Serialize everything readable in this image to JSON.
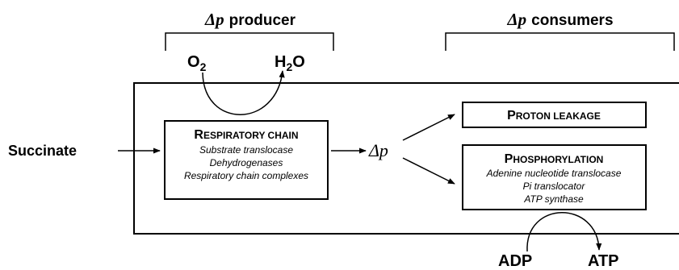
{
  "headers": {
    "producer_symbol": "Δp",
    "producer_word": "producer",
    "consumers_symbol": "Δp",
    "consumers_word": "consumers"
  },
  "inputs": {
    "oxygen": "O",
    "oxygen_sub": "2",
    "water_h": "H",
    "water_sub": "2",
    "water_o": "O",
    "adp": "ADP",
    "atp": "ATP"
  },
  "substrate": "Succinate",
  "delta_p": "Δp",
  "respiratory_chain": {
    "title_cap": "R",
    "title_rest": "ESPIRATORY CHAIN",
    "items": [
      "Substrate translocase",
      "Dehydrogenases",
      "Respiratory chain complexes"
    ]
  },
  "proton_leakage": {
    "title_cap1": "P",
    "title_rest1": "ROTON ",
    "title_rest2": "LEAKAGE"
  },
  "phosphorylation": {
    "title_cap": "P",
    "title_rest": "HOSPHORYLATION",
    "items": [
      "Adenine nucleotide translocase",
      "Pi translocator",
      "ATP synthase"
    ]
  }
}
